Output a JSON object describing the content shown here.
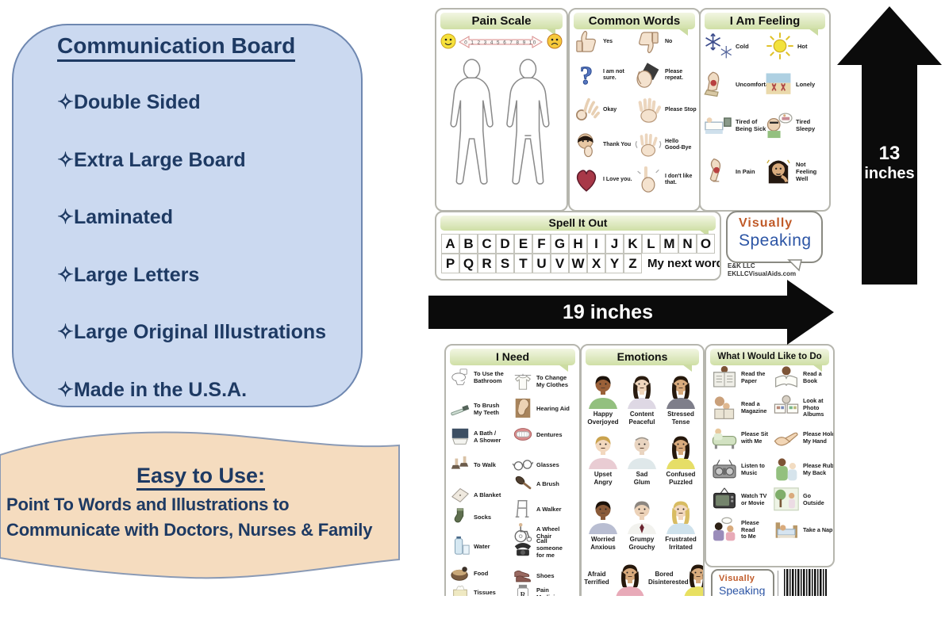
{
  "colors": {
    "navy": "#1e3a63",
    "box_blue_fill": "#cbd9f0",
    "box_blue_border": "#6e87b0",
    "tan_fill": "#f5dcbf",
    "tan_border": "#8a9ab5",
    "band_green": "#cfdfa6",
    "arrow_black": "#0b0b0b",
    "logo_orange": "#c05a28",
    "logo_blue": "#2c55a5"
  },
  "features_box": {
    "title": "Communication Board",
    "bullet": "✧",
    "items": [
      "Double Sided",
      "Extra Large Board",
      "Laminated",
      "Large Letters",
      "Large Original Illustrations",
      "Made in the U.S.A."
    ]
  },
  "easy_to_use": {
    "title": "Easy to Use:",
    "lines": [
      "Point To Words and Illustrations to",
      "Communicate with Doctors, Nurses & Family"
    ]
  },
  "dimension_arrows": {
    "width": "19 inches",
    "height_number": "13",
    "height_unit": "inches"
  },
  "front_board": {
    "pain_scale": {
      "title": "Pain Scale",
      "scale_numbers": [
        "0",
        "1",
        "2",
        "3",
        "4",
        "5",
        "6",
        "7",
        "8",
        "9",
        "10"
      ]
    },
    "common_words": {
      "title": "Common Words",
      "items": [
        {
          "icon": "thumbs-up",
          "label": "Yes"
        },
        {
          "icon": "thumbs-down",
          "label": "No"
        },
        {
          "icon": "question-mark",
          "label": "I am not sure."
        },
        {
          "icon": "hand-to-ear",
          "label": "Please repeat."
        },
        {
          "icon": "ok-hand",
          "label": "Okay"
        },
        {
          "icon": "stop-hand",
          "label": "Please Stop"
        },
        {
          "icon": "thank-you-face",
          "label": "Thank You"
        },
        {
          "icon": "waving-hand",
          "label": "Hello\nGood-Bye"
        },
        {
          "icon": "heart",
          "label": "I Love you."
        },
        {
          "icon": "pointing-finger",
          "label": "I don't like\nthat."
        }
      ]
    },
    "i_am_feeling": {
      "title": "I Am Feeling",
      "items": [
        {
          "icon": "snowflakes",
          "label": "Cold"
        },
        {
          "icon": "sun",
          "label": "Hot"
        },
        {
          "icon": "hurt-foot",
          "label": "Uncomfortable"
        },
        {
          "icon": "beach-chairs",
          "label": "Lonely"
        },
        {
          "icon": "person-in-bed",
          "label": "Tired of\nBeing Sick"
        },
        {
          "icon": "sleepy-person",
          "label": "Tired\nSleepy"
        },
        {
          "icon": "knee-pain",
          "label": "In Pain"
        },
        {
          "icon": "unwell-woman",
          "label": "Not Feeling\nWell"
        }
      ]
    },
    "spell_it_out": {
      "title": "Spell It Out",
      "row1": [
        "A",
        "B",
        "C",
        "D",
        "E",
        "F",
        "G",
        "H",
        "I",
        "J",
        "K",
        "L",
        "M",
        "N",
        "O"
      ],
      "row2": [
        "P",
        "Q",
        "R",
        "S",
        "T",
        "U",
        "V",
        "W",
        "X",
        "Y",
        "Z"
      ],
      "next_word_label": "My next word"
    },
    "logo": {
      "line1": "Visually",
      "line2": "Speaking",
      "company": "E&K LLC",
      "website": "EKLLCVisualAids.com"
    }
  },
  "back_board": {
    "i_need": {
      "title": "I Need",
      "left": [
        {
          "icon": "toilet",
          "label": "To Use the\nBathroom"
        },
        {
          "icon": "toothbrush",
          "label": "To Brush\nMy Teeth"
        },
        {
          "icon": "bath",
          "label": "A Bath /\nA Shower"
        },
        {
          "icon": "walking-feet",
          "label": "To Walk"
        },
        {
          "icon": "blanket",
          "label": "A Blanket"
        },
        {
          "icon": "socks",
          "label": "Socks"
        },
        {
          "icon": "water-bottle",
          "label": "Water"
        },
        {
          "icon": "food-bowl",
          "label": "Food"
        },
        {
          "icon": "tissues",
          "label": "Tissues"
        }
      ],
      "right": [
        {
          "icon": "t-shirt",
          "label": "To Change\nMy  Clothes"
        },
        {
          "icon": "ear",
          "label": "Hearing Aid"
        },
        {
          "icon": "dentures",
          "label": "Dentures"
        },
        {
          "icon": "glasses",
          "label": "Glasses"
        },
        {
          "icon": "hairbrush",
          "label": "A Brush"
        },
        {
          "icon": "walker",
          "label": "A Walker"
        },
        {
          "icon": "wheelchair",
          "label": "A Wheel Chair"
        },
        {
          "icon": "telephone",
          "label": "Call\nsomeone\nfor me"
        },
        {
          "icon": "shoes",
          "label": "Shoes"
        },
        {
          "icon": "pill-bottle",
          "label": "Pain Medicine"
        }
      ]
    },
    "emotions": {
      "title": "Emotions",
      "portraits": [
        {
          "label": "Happy Overjoyed",
          "skin": "#9a6038",
          "hair": "#1c120a",
          "shirt": "#93c07f",
          "style": "short"
        },
        {
          "label": "Content Peaceful",
          "skin": "#f0d6bd",
          "hair": "#2a1c10",
          "shirt": "#ded8e4",
          "style": "long"
        },
        {
          "label": "Stressed Tense",
          "skin": "#d9ab7d",
          "hair": "#26180c",
          "shirt": "#7e7e8a",
          "style": "long"
        },
        {
          "label": "Upset Angry",
          "skin": "#f2d8be",
          "hair": "#caa34e",
          "shirt": "#e9ccd3",
          "style": "short"
        },
        {
          "label": "Sad Glum",
          "skin": "#e9d4c0",
          "hair": "#9a948c",
          "shirt": "#dfe8ea",
          "style": "bald"
        },
        {
          "label": "Confused Puzzled",
          "skin": "#d9ab7d",
          "hair": "#26180c",
          "shirt": "#e6de67",
          "style": "long"
        },
        {
          "label": "Worried Anxious",
          "skin": "#8a5a38",
          "hair": "#1c120a",
          "shirt": "#b9bed2",
          "style": "short"
        },
        {
          "label": "Grumpy Grouchy",
          "skin": "#ecd2b8",
          "hair": "#8c8680",
          "shirt": "#f2f2ee",
          "style": "short",
          "tie": "#6a2430"
        },
        {
          "label": "Frustrated Irritated",
          "skin": "#f2d8be",
          "hair": "#d8bc62",
          "shirt": "#cfe2ec",
          "style": "long"
        },
        {
          "label": "Afraid Terrified",
          "skin": "#d9ab7d",
          "hair": "#26180c",
          "shirt": "#e8aab8",
          "style": "long"
        },
        {
          "label": "Bored Disinterested",
          "skin": "#d9ab7d",
          "hair": "#26180c",
          "shirt": "#e8e061",
          "style": "long"
        }
      ]
    },
    "would_like": {
      "title": "What I Would Like to Do",
      "left": [
        {
          "icon": "newspaper",
          "label": "Read the\nPaper"
        },
        {
          "icon": "magazine",
          "label": "Read a\nMagazine"
        },
        {
          "icon": "couch",
          "label": "Please Sit\nwith Me"
        },
        {
          "icon": "radio",
          "label": "Listen to\nMusic"
        },
        {
          "icon": "television",
          "label": "Watch TV\nor Movie"
        },
        {
          "icon": "reading-together",
          "label": "Please\nRead\nto Me"
        }
      ],
      "right": [
        {
          "icon": "open-book",
          "label": "Read a\nBook"
        },
        {
          "icon": "photo-album",
          "label": "Look at\nPhoto\nAlbums"
        },
        {
          "icon": "holding-hands",
          "label": "Please Hold\nMy Hand"
        },
        {
          "icon": "back-rub",
          "label": "Please Rub\nMy Back"
        },
        {
          "icon": "tree-outside",
          "label": "Go\nOutside"
        },
        {
          "icon": "nap-bed",
          "label": "Take a Nap"
        }
      ]
    },
    "logo": {
      "line1": "Visually",
      "line2": "Speaking"
    }
  }
}
